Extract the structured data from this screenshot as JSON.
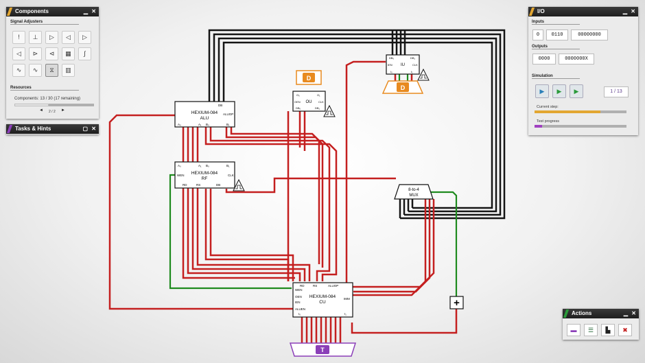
{
  "components_panel": {
    "title": "Components",
    "minimize": "▁",
    "close": "✕",
    "section_signal": "Signal Adjusters",
    "section_resources": "Resources",
    "components_count": "Components:  13 / 30 (17 remaining)",
    "pager_prev": "◄",
    "pager_label": "2 / 2",
    "pager_next": "►",
    "buttons": [
      "!",
      "⊥",
      "▷",
      "◁",
      "▷",
      "◁",
      "⊳",
      "⊲",
      "▦",
      "∫",
      "∿",
      "∿",
      "⧖",
      "▥"
    ]
  },
  "tasks_panel": {
    "title": "Tasks & Hints",
    "minimize": "▢",
    "close": "✕"
  },
  "io_panel": {
    "title": "I/O",
    "minimize": "▁",
    "close": "✕",
    "inputs_label": "Inputs",
    "inputs": [
      "0",
      "0110",
      "00000000"
    ],
    "outputs_label": "Outputs",
    "outputs": [
      "0000",
      "0000000X"
    ],
    "simulation_label": "Simulation",
    "step_counter": "1 / 13",
    "current_step_label": "Current step:",
    "current_step_progress": 0.72,
    "test_progress_label": "Test progress",
    "test_progress": 0.08,
    "accent_color": "#e2a632",
    "test_color": "#a040c0"
  },
  "actions_panel": {
    "title": "Actions",
    "minimize": "▁",
    "close": "✕"
  },
  "circuit": {
    "alu": {
      "line1": "HEXIUM-084",
      "line2": "ALU",
      "pins_top": [
        "DB"
      ],
      "pins_right": [
        "ALUOP"
      ],
      "pins_bottom": [
        "A₀",
        "A₁",
        "B₀",
        "B₁"
      ]
    },
    "rf": {
      "line1": "HEXIUM-084",
      "line2": "RF",
      "pins_top": [
        "A₀",
        "A₁",
        "B₀",
        "B₁"
      ],
      "pins_left": [
        "WEN"
      ],
      "pins_right": [
        "CLK"
      ],
      "pins_bottom": [
        "RD",
        "RS",
        "DB"
      ]
    },
    "ou": {
      "label": "OU",
      "pins": [
        "O₀",
        "O₁",
        "OEN",
        "DB₀",
        "CLK",
        "DB₁"
      ]
    },
    "iu": {
      "label": "IU",
      "pins": [
        "DB₀",
        "DB₁",
        "IEN",
        "CLK",
        "I₀",
        "I₁"
      ]
    },
    "mux": {
      "line1": "8-to-4",
      "line2": "MUX"
    },
    "cu": {
      "line1": "HEXIUM-084",
      "line2": "CU",
      "pins": [
        "RD",
        "RS",
        "ALUOP",
        "WEN",
        "OEN",
        "IEN",
        "ALUEN",
        "IMM",
        "I₀",
        "I₁"
      ]
    },
    "d_out": "D",
    "d_in": "D",
    "t_label": "T",
    "plus_label": "+"
  },
  "colors": {
    "wire_red": "#c41f1f",
    "wire_black": "#151515",
    "wire_green": "#1e8a1e",
    "d_orange": "#e88a1f",
    "t_purple": "#8b3fb8"
  }
}
